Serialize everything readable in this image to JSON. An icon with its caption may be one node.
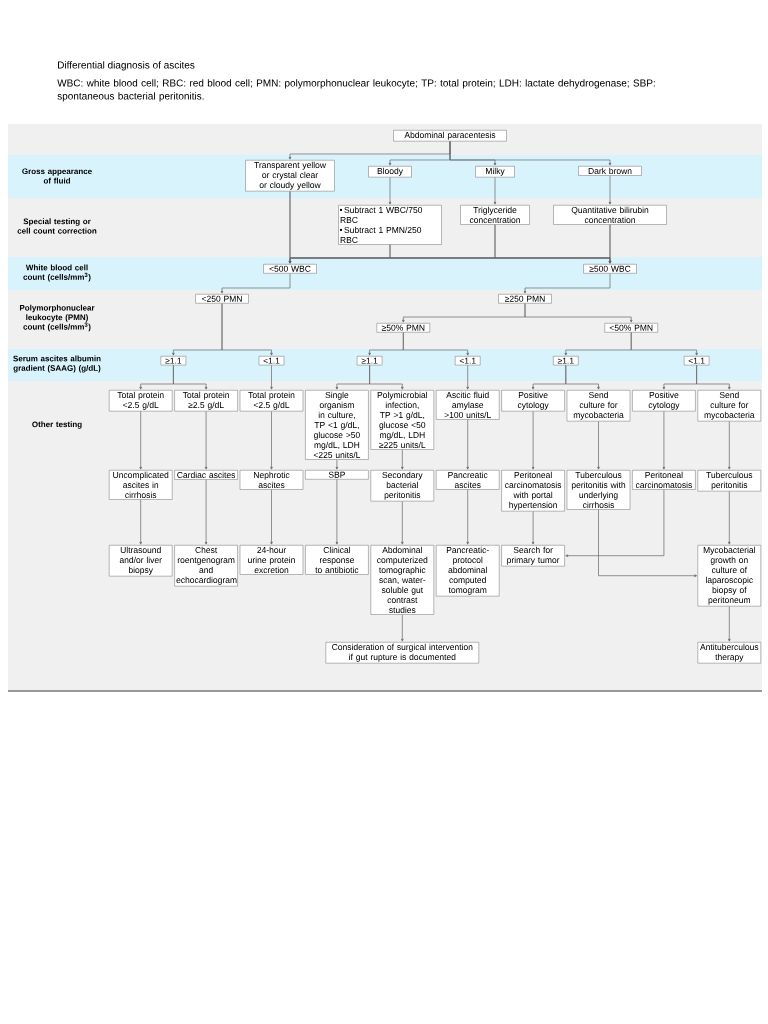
{
  "diagram": {
    "title": "Differential diagnosis of ascites",
    "caption": "WBC: white blood cell; RBC: red blood cell; PMN: polymorphonuclear leukocyte; TP: total protein; LDH: lactate dehydrogenase; SBP: spontaneous bacterial peritonitis.",
    "nodes": [
      {
        "text": [
          "Abdominal paracentesis"
        ]
      },
      {
        "text": [
          "Transparent yellow or crystal clear or cloudy yellow"
        ]
      },
      {
        "text": [
          "Bloody"
        ]
      },
      {
        "text": [
          "Milky"
        ]
      },
      {
        "text": [
          "Dark brown"
        ]
      },
      {
        "text": [
          "Subtract 1 WBC/750 RBC",
          "Subtract 1 PMN/250 RBC"
        ]
      },
      {
        "text": [
          "Triglyceride concentration"
        ]
      },
      {
        "text": [
          "Quantitative bilirubin concentration"
        ]
      },
      {
        "text": [
          "<500 WBC"
        ]
      },
      {
        "text": [
          "≥500 WBC"
        ]
      },
      {
        "text": [
          "<250 PMN"
        ]
      },
      {
        "text": [
          "≥250 PMN"
        ]
      },
      {
        "text": [
          "≥50% PMN"
        ]
      },
      {
        "text": [
          "<50% PMN"
        ]
      },
      {
        "text": [
          "≥1.1"
        ]
      },
      {
        "text": [
          "<1.1"
        ]
      },
      {
        "text": [
          "≥1.1"
        ]
      },
      {
        "text": [
          "<1.1"
        ]
      },
      {
        "text": [
          "≥1.1"
        ]
      },
      {
        "text": [
          "<1.1"
        ]
      },
      {
        "text": [
          "Total protein <2.5 g/dL"
        ]
      },
      {
        "text": [
          "Total protein ≥2.5 g/dL"
        ]
      },
      {
        "text": [
          "Total protein <2.5 g/dL"
        ]
      },
      {
        "text": [
          "Single organism in culture, TP <1 g/dL, glucose >50 mg/dL, LDH <225 units/L"
        ]
      },
      {
        "text": [
          "Polymicrobial infection, TP >1 g/dL, glucose <50 mg/dL, LDH ≥225 units/L"
        ]
      },
      {
        "text": [
          "Ascitic fluid amylase >100 units/L"
        ]
      },
      {
        "text": [
          "Positive cytology"
        ]
      },
      {
        "text": [
          "Send culture for mycobacteria"
        ]
      },
      {
        "text": [
          "Positive cytology"
        ]
      },
      {
        "text": [
          "Send culture for mycobacteria"
        ]
      },
      {
        "text": [
          "Uncomplicated ascites in cirrhosis"
        ]
      },
      {
        "text": [
          "Cardiac ascites"
        ]
      },
      {
        "text": [
          "Nephrotic ascites"
        ]
      },
      {
        "text": [
          "SBP"
        ]
      },
      {
        "text": [
          "Secondary bacterial peritonitis"
        ]
      },
      {
        "text": [
          "Pancreatic ascites"
        ]
      },
      {
        "text": [
          "Peritoneal carcinomatosis with portal hypertension"
        ]
      },
      {
        "text": [
          "Tuberculous peritonitis with underlying cirrhosis"
        ]
      },
      {
        "text": [
          "Peritoneal carcinomatosis"
        ]
      },
      {
        "text": [
          "Tuberculous peritonitis"
        ]
      },
      {
        "text": [
          "Ultrasound and/or liver biopsy"
        ]
      },
      {
        "text": [
          "Chest roentgenogram and echocardiogram"
        ]
      },
      {
        "text": [
          "24-hour urine protein excretion"
        ]
      },
      {
        "text": [
          "Clinical response to antibiotic"
        ]
      },
      {
        "text": [
          "Abdominal computerized tomographic scan, water-soluble gut contrast studies"
        ]
      },
      {
        "text": [
          "Pancreatic-protocol abdominal computed tomogram"
        ]
      },
      {
        "text": [
          "Search for primary tumor"
        ]
      },
      {
        "text": [
          "Mycobacterial growth on culture of laparoscopic biopsy of peritoneum"
        ]
      },
      {
        "text": [
          "Consideration of surgical intervention if gut rupture is documented"
        ]
      },
      {
        "text": [
          "Antituberculous therapy"
        ]
      }
    ],
    "edges": [
      {
        "from": 0,
        "to": 1,
        "arrow": "to"
      },
      {
        "from": 0,
        "to": 2,
        "arrow": "to"
      },
      {
        "from": 0,
        "to": 3,
        "arrow": "to"
      },
      {
        "from": 0,
        "to": 4,
        "arrow": "to"
      },
      {
        "from": 2,
        "to": 5,
        "arrow": "to"
      },
      {
        "from": 3,
        "to": 6,
        "arrow": "to"
      },
      {
        "from": 4,
        "to": 7,
        "arrow": "to"
      },
      {
        "from": 1,
        "to": 8,
        "arrow": "to"
      },
      {
        "from": 1,
        "to": 9,
        "arrow": "to"
      },
      {
        "from": 5,
        "to": 8,
        "arrow": "to"
      },
      {
        "from": 5,
        "to": 9,
        "arrow": "to"
      },
      {
        "from": 6,
        "to": 8,
        "arrow": "to"
      },
      {
        "from": 6,
        "to": 9,
        "arrow": "to"
      },
      {
        "from": 7,
        "to": 8,
        "arrow": "to"
      },
      {
        "from": 7,
        "to": 9,
        "arrow": "to"
      },
      {
        "from": 8,
        "to": 10,
        "arrow": "to"
      },
      {
        "from": 9,
        "to": 11,
        "arrow": "to"
      },
      {
        "from": 11,
        "to": 12,
        "arrow": "to"
      },
      {
        "from": 11,
        "to": 13,
        "arrow": "to"
      },
      {
        "from": 10,
        "to": 14,
        "arrow": "to"
      },
      {
        "from": 10,
        "to": 15,
        "arrow": "to"
      },
      {
        "from": 12,
        "to": 16,
        "arrow": "to"
      },
      {
        "from": 12,
        "to": 17,
        "arrow": "to"
      },
      {
        "from": 13,
        "to": 18,
        "arrow": "to"
      },
      {
        "from": 13,
        "to": 19,
        "arrow": "to"
      },
      {
        "from": 14,
        "to": 20,
        "arrow": "to"
      },
      {
        "from": 14,
        "to": 21,
        "arrow": "to"
      },
      {
        "from": 15,
        "to": 22,
        "arrow": "to"
      },
      {
        "from": 16,
        "to": 23,
        "arrow": "to"
      },
      {
        "from": 16,
        "to": 24,
        "arrow": "to"
      },
      {
        "from": 17,
        "to": 25,
        "arrow": "to"
      },
      {
        "from": 18,
        "to": 26,
        "arrow": "to"
      },
      {
        "from": 18,
        "to": 27,
        "arrow": "to"
      },
      {
        "from": 19,
        "to": 28,
        "arrow": "to"
      },
      {
        "from": 19,
        "to": 29,
        "arrow": "to"
      },
      {
        "from": 20,
        "to": 30,
        "arrow": "to"
      },
      {
        "from": 21,
        "to": 31,
        "arrow": "to"
      },
      {
        "from": 22,
        "to": 32,
        "arrow": "to"
      },
      {
        "from": 23,
        "to": 33,
        "arrow": "to"
      },
      {
        "from": 24,
        "to": 34,
        "arrow": "to"
      },
      {
        "from": 25,
        "to": 35,
        "arrow": "to"
      },
      {
        "from": 26,
        "to": 36,
        "arrow": "to"
      },
      {
        "from": 27,
        "to": 37,
        "arrow": "to"
      },
      {
        "from": 28,
        "to": 38,
        "arrow": "to"
      },
      {
        "from": 29,
        "to": 39,
        "arrow": "to"
      },
      {
        "from": 30,
        "to": 40,
        "arrow": "to"
      },
      {
        "from": 31,
        "to": 41,
        "arrow": "to"
      },
      {
        "from": 32,
        "to": 42,
        "arrow": "to"
      },
      {
        "from": 33,
        "to": 43,
        "arrow": "to"
      },
      {
        "from": 34,
        "to": 44,
        "arrow": "to"
      },
      {
        "from": 35,
        "to": 45,
        "arrow": "to"
      },
      {
        "from": 36,
        "to": 46,
        "arrow": "to"
      },
      {
        "from": 38,
        "to": 46,
        "arrow": "to"
      },
      {
        "from": 37,
        "to": 47,
        "arrow": "to"
      },
      {
        "from": 39,
        "to": 47,
        "arrow": "to"
      },
      {
        "from": 44,
        "to": 48,
        "arrow": "to"
      },
      {
        "from": 47,
        "to": 49,
        "arrow": "to"
      }
    ],
    "labels": [
      "Gross appearance of fluid",
      "Special testing or cell count correction",
      "White blood cell count (cells/mm$^{3}$)",
      "Polymorphonuclear leukocyte (PMN) count (cells/mm$^{3}$)",
      "Serum ascites albumin gradient (SAAG) (g/dL)",
      "Other testing"
    ]
  }
}
